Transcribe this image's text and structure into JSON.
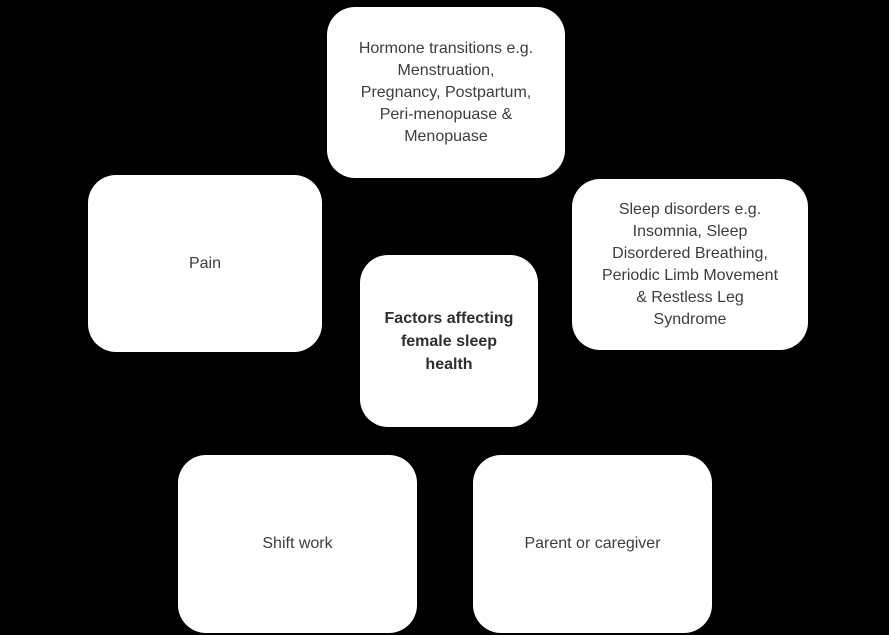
{
  "diagram": {
    "title": "Factors affecting female sleep health",
    "colors": {
      "background": "#000000",
      "node_fill": "#ffffff",
      "node_text": "#3d3d3d"
    },
    "center_node": {
      "id": "factors-affecting-female-sleep-health",
      "label": "Factors affecting\nfemale sleep\nhealth"
    },
    "factor_nodes": [
      {
        "id": "hormone-transitions",
        "label": "Hormone transitions e.g.\nMenstruation,\nPregnancy, Postpartum,\nPeri-menopuase &\nMenopuase"
      },
      {
        "id": "pain",
        "label": "Pain"
      },
      {
        "id": "sleep-disorders",
        "label": "Sleep disorders e.g.\nInsomnia, Sleep\nDisordered Breathing,\nPeriodic Limb Movement\n& Restless Leg\nSyndrome"
      },
      {
        "id": "shift-work",
        "label": "Shift work"
      },
      {
        "id": "parent-caregiver",
        "label": "Parent or caregiver"
      }
    ]
  }
}
